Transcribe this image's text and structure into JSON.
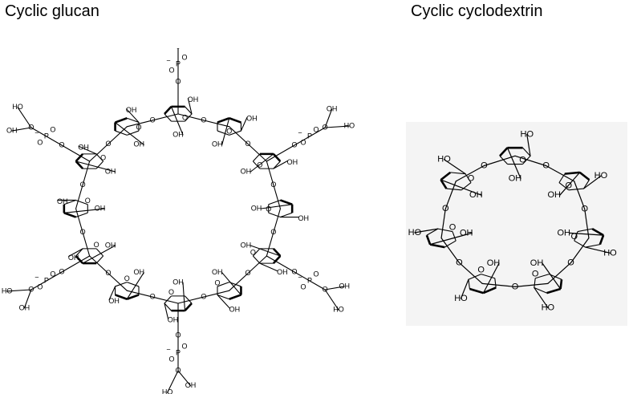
{
  "titles": {
    "left": "Cyclic glucan",
    "right": "Cyclic cyclodextrin"
  },
  "left_molecule": {
    "hydroxyl": "OH",
    "ho": "HO",
    "p": "P",
    "o": "O",
    "minus": "−"
  },
  "right_molecule": {
    "hydroxyl": "OH",
    "ho": "HO",
    "o": "O"
  }
}
